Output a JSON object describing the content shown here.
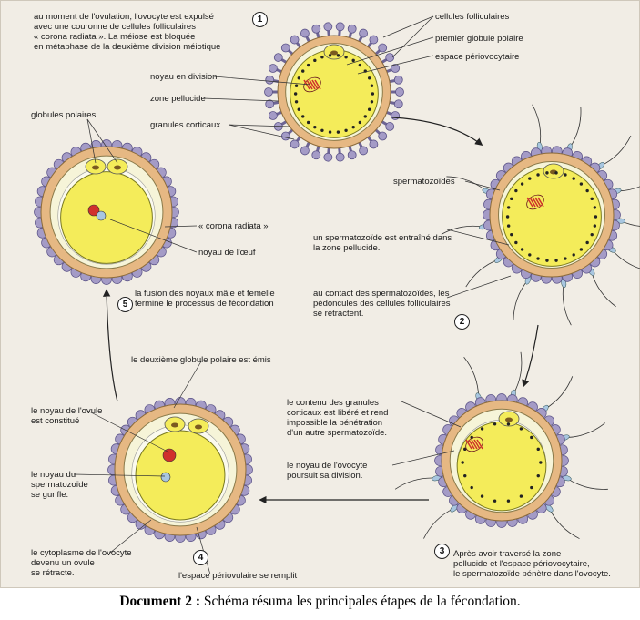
{
  "labels": {
    "ovulation": [
      "au moment de l'ovulation, l'ovocyte est expulsé",
      "avec une couronne de cellules folliculaires",
      "« corona radiata ». La méiose est bloquée",
      "en métaphase de la deuxième division méiotique"
    ],
    "cellules_folliculaires": "cellules folliculaires",
    "premier_globule": "premier globule polaire",
    "espace_periovocytaire": "espace périovocytaire",
    "noyau_division": "noyau en division",
    "zone_pellucide": "zone pellucide",
    "granules_corticaux": "granules corticaux",
    "globules_polaires": "globules polaires",
    "corona_radiata": "« corona radiata »",
    "noyau_oeuf": "noyau de l'œuf",
    "spermatozoides": "spermatozoïdes",
    "sperm_entraine": [
      "un spermatozoïde est entraîné dans",
      "la zone pellucide."
    ],
    "pedoncules": [
      "au contact des spermatozoïdes, les",
      "pédoncules des cellules folliculaires",
      "se rétractent."
    ],
    "fusion": [
      "la fusion des noyaux mâle et femelle",
      "termine le processus de fécondation"
    ],
    "deuxieme_globule": "le deuxième globule polaire est émis",
    "noyau_ovule": [
      "le noyau de l'ovule",
      "est constitué"
    ],
    "noyau_sperm": [
      "le noyau du",
      "spermatozoïde",
      "se gunfle."
    ],
    "cytoplasme": [
      "le cytoplasme de l'ovocyte",
      "devenu un ovule",
      "se rétracte."
    ],
    "espace_remplit": "l'espace périovulaire se remplit",
    "contenu_granules": [
      "le contenu des granules",
      "corticaux est libéré et rend",
      "impossible la pénétration",
      "d'un autre spermatozoïde."
    ],
    "noyau_ovocyte_poursuit": [
      "le noyau de l'ovocyte",
      "poursuit sa division."
    ],
    "apres_traverse": [
      "Après avoir traversé la zone",
      "pellucide et l'espace périovocytaire,",
      "le spermatozoïde pénètre dans l'ovocyte."
    ]
  },
  "steps": [
    "1",
    "2",
    "3",
    "4",
    "5"
  ],
  "caption": {
    "prefix": "Document 2 :",
    "text": " Schéma résuma les principales étapes de la fécondation."
  },
  "colors": {
    "background": "#f1ede5",
    "cytoplasm": "#f4ec5a",
    "zone_pellucide": "#f6f4d8",
    "corona": "#e6b883",
    "follicle_cell": "#a49bc6",
    "sperm_head": "#a8c6e0",
    "nucleus_female": "#d0302c"
  }
}
